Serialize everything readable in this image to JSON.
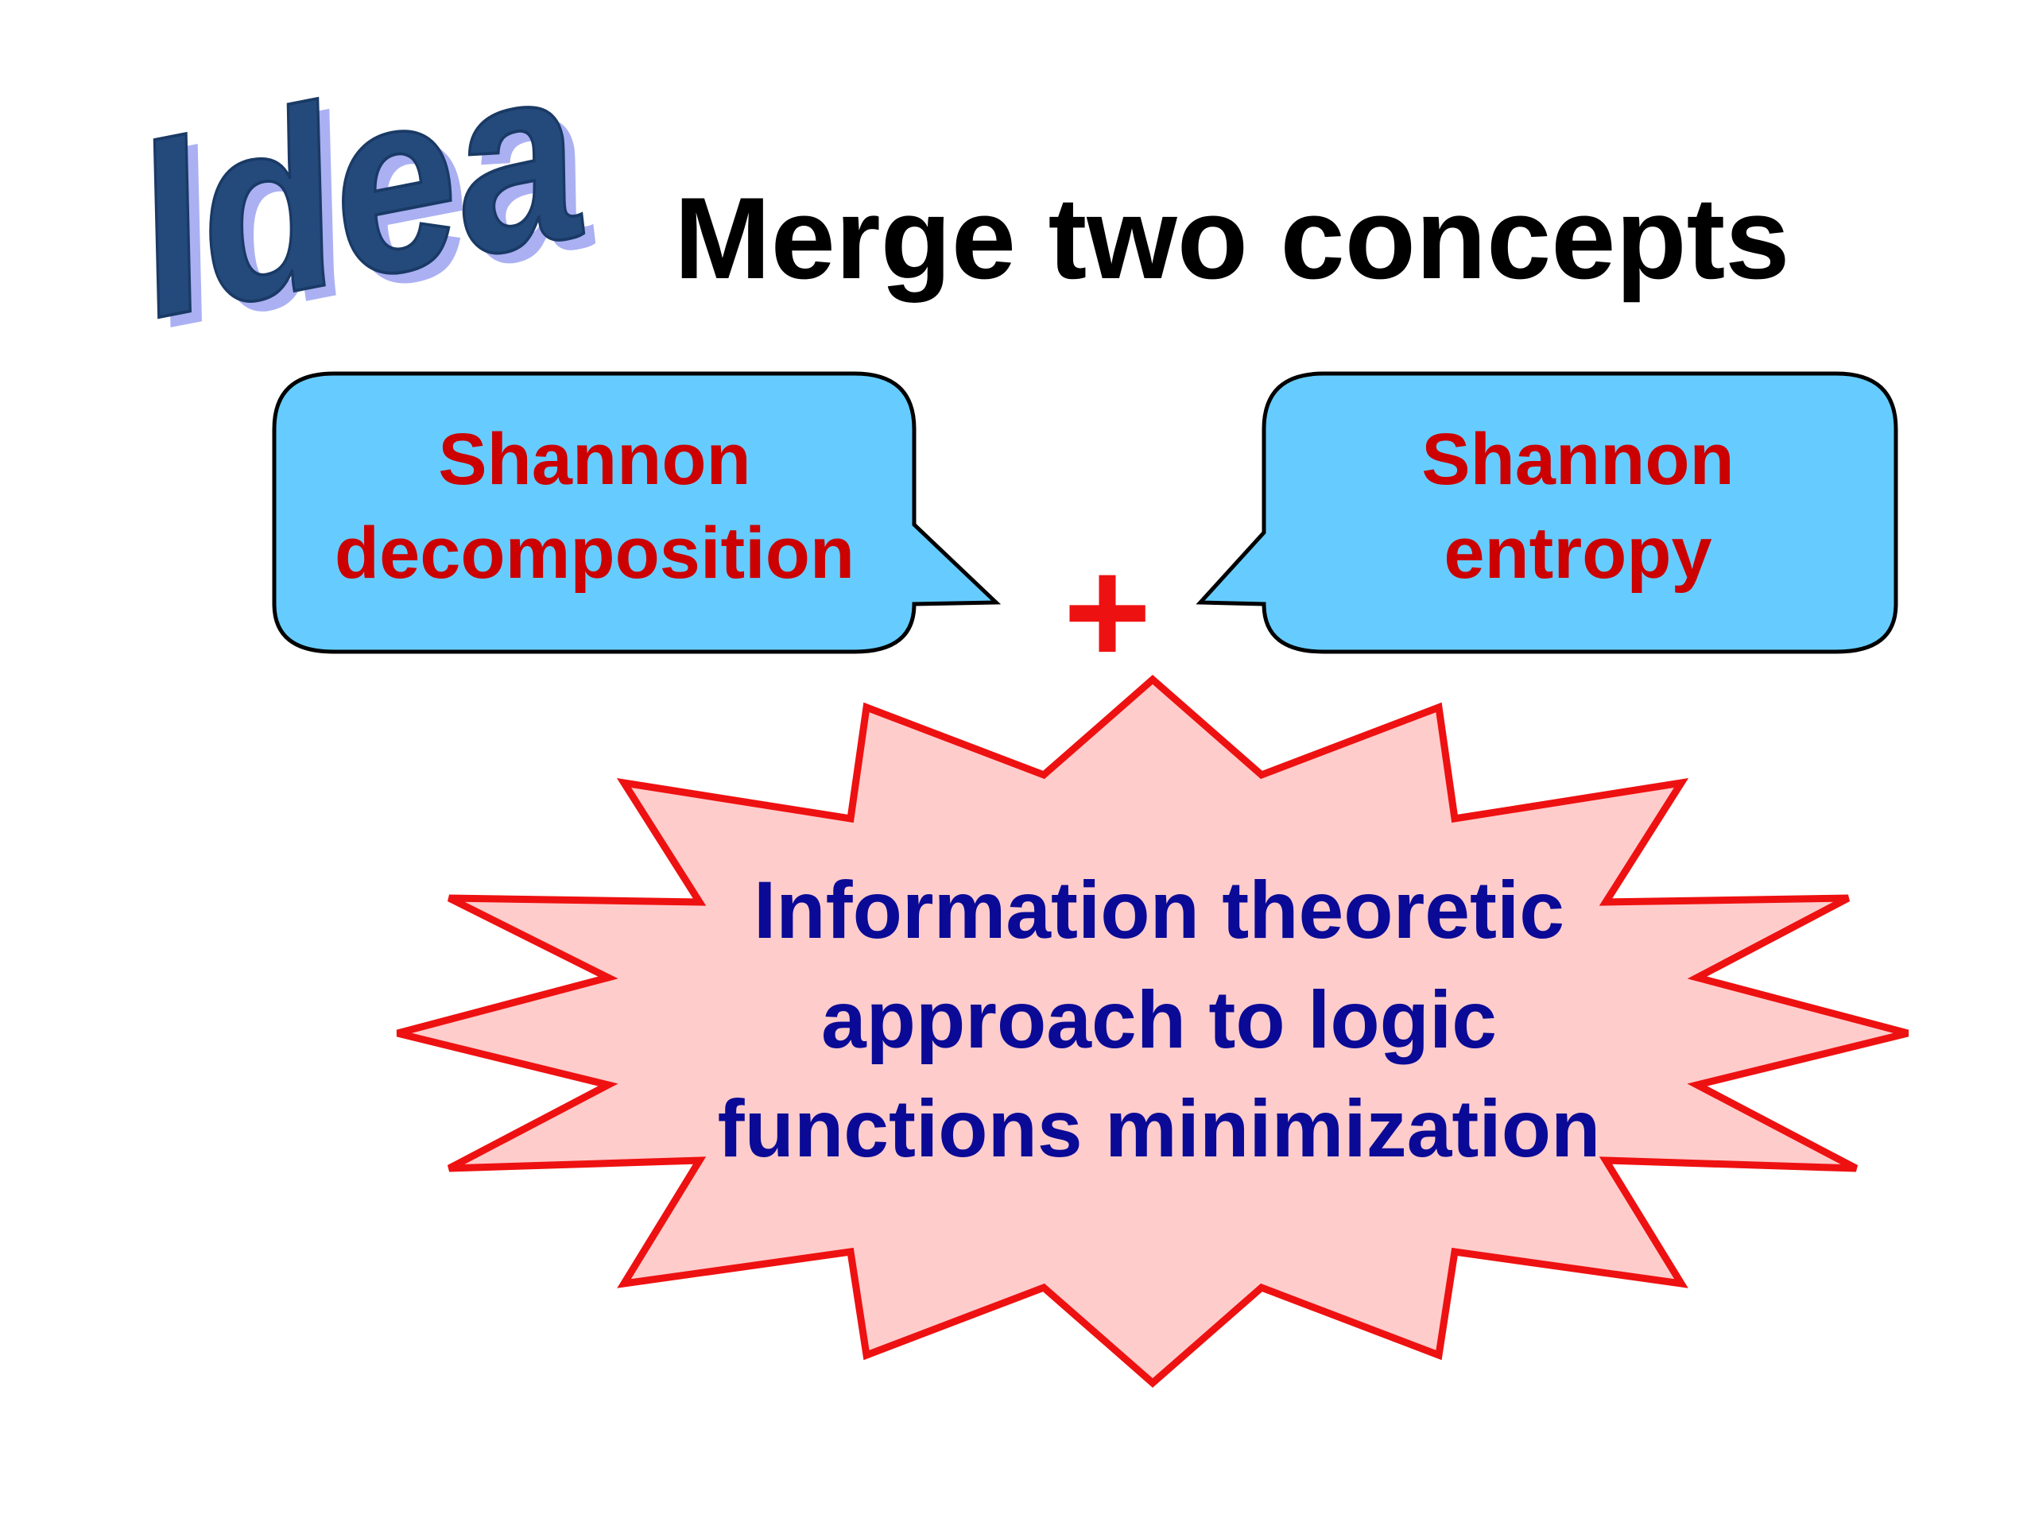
{
  "logo": {
    "text": "Idea",
    "fill": "#244a7c",
    "shadow": "#aab0f2"
  },
  "title": {
    "text": "Merge two concepts",
    "color": "#000000"
  },
  "left_callout": {
    "line1": "Shannon",
    "line2": "decomposition",
    "fill": "#66ccff",
    "text_color": "#cc0000"
  },
  "right_callout": {
    "line1": "Shannon",
    "line2": "entropy",
    "fill": "#66ccff",
    "text_color": "#cc0000"
  },
  "plus": {
    "symbol": "+",
    "color": "#ee1111"
  },
  "burst": {
    "line1": "Information theoretic",
    "line2": "approach to logic",
    "line3": "functions minimization",
    "fill": "#ffcccc",
    "stroke": "#ee1111",
    "text_color": "#0a0a96"
  }
}
